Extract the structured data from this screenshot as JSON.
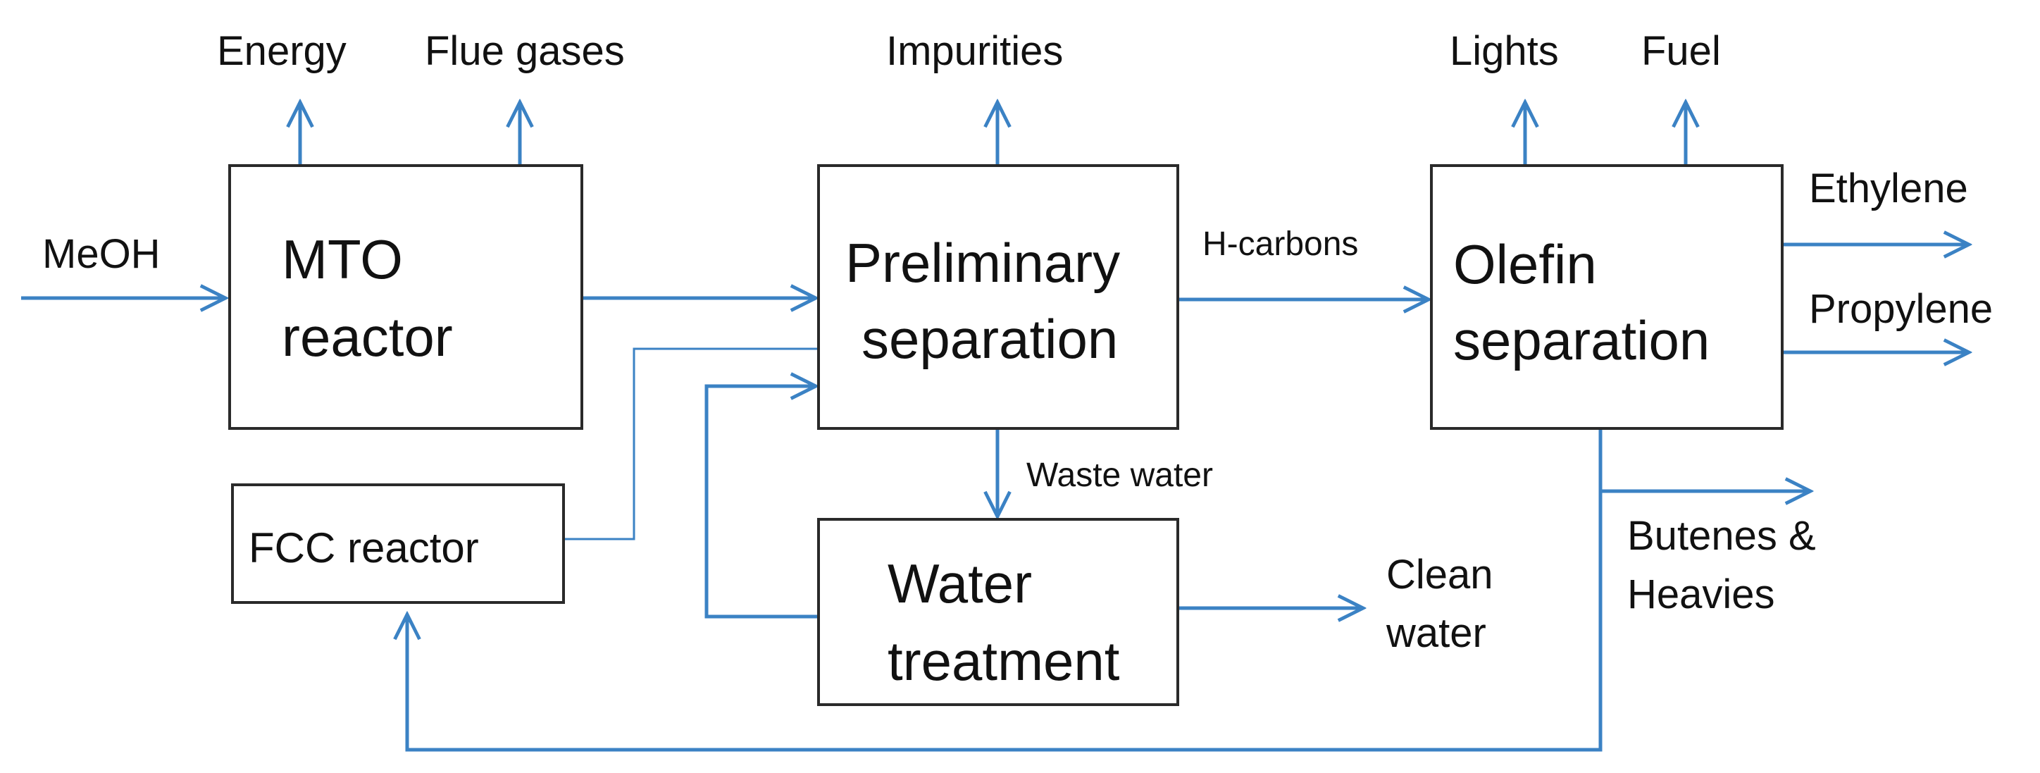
{
  "colors": {
    "flow": "#3b82c4",
    "box_border": "#2a2a2a",
    "text": "#111111"
  },
  "units": {
    "mto_reactor": {
      "line1": "MTO",
      "line2": "reactor"
    },
    "preliminary_separation": {
      "line1": "Preliminary",
      "line2": "separation"
    },
    "olefin_separation": {
      "line1": "Olefin",
      "line2": "separation"
    },
    "fcc_reactor": {
      "label": "FCC reactor"
    },
    "water_treatment": {
      "line1": "Water",
      "line2": "treatment"
    }
  },
  "streams": {
    "meoh": "MeOH",
    "energy": "Energy",
    "flue_gases": "Flue gases",
    "impurities": "Impurities",
    "lights": "Lights",
    "fuel": "Fuel",
    "ethylene": "Ethylene",
    "propylene": "Propylene",
    "h_carbons": "H-carbons",
    "waste_water": "Waste water",
    "clean_water": {
      "line1": "Clean",
      "line2": "water"
    },
    "butenes_heavies": {
      "line1": "Butenes &",
      "line2": "Heavies"
    }
  }
}
